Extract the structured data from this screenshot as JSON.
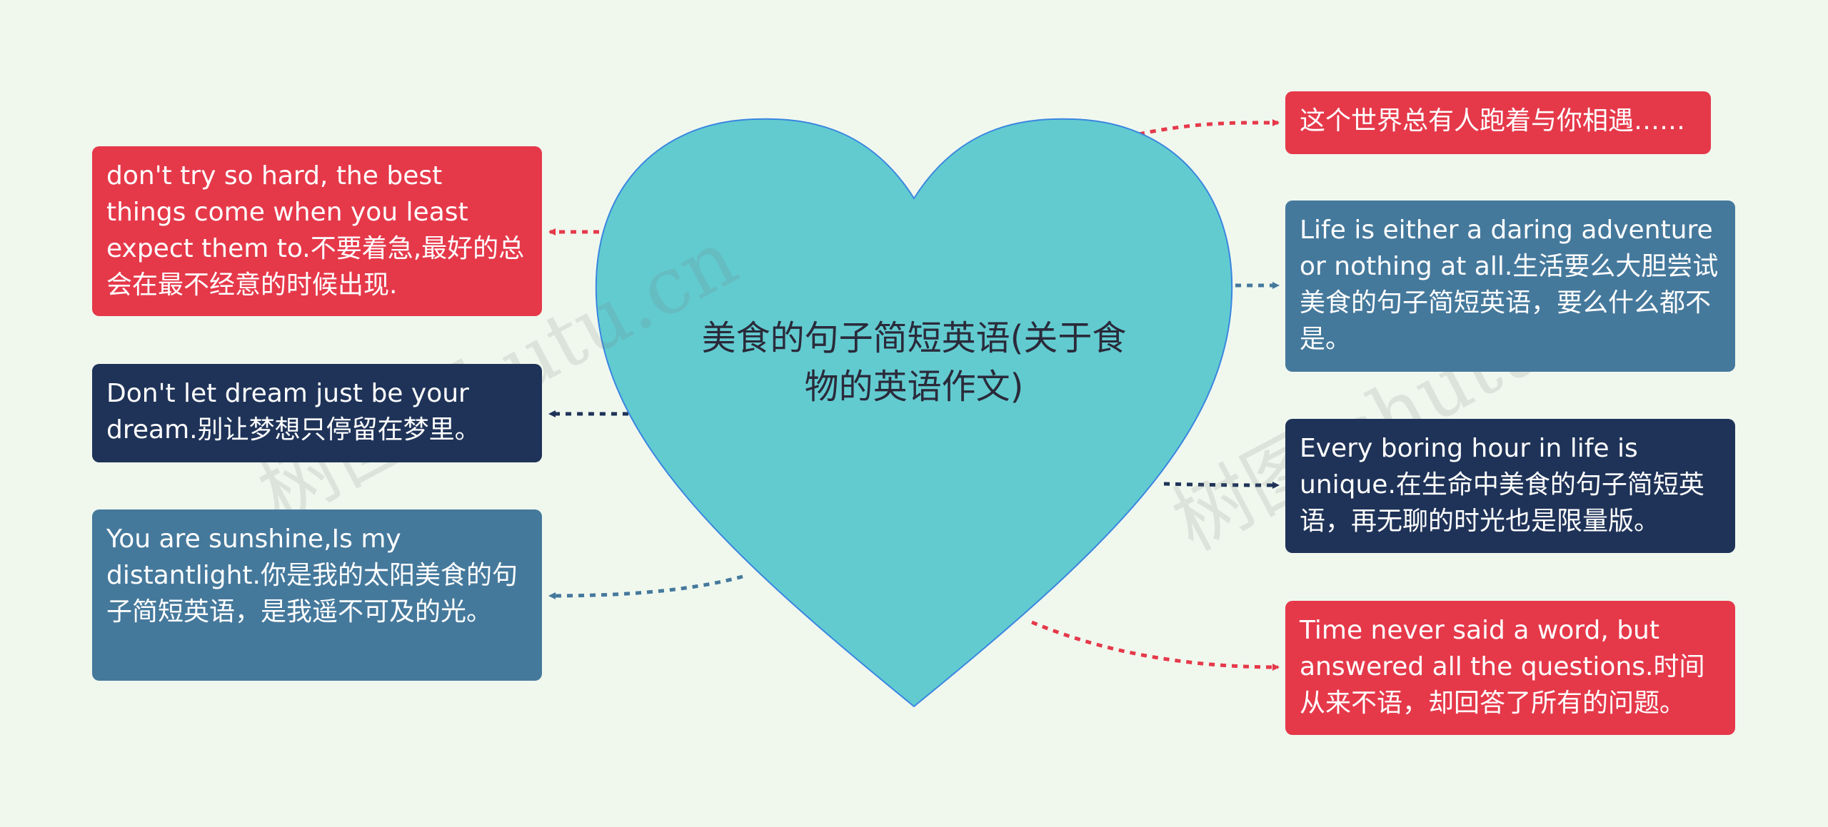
{
  "center": {
    "title": "美食的句子简短英语(关于食物的英语作文)",
    "fill": "#62cbd0",
    "stroke": "#3a86e0"
  },
  "nodes_left": [
    {
      "text": "don't try so hard, the best things come when you least expect them to.不要着急,最好的总会在最不经意的时候出现.",
      "color": "#e5394a"
    },
    {
      "text": "Don't let dream just be your dream.别让梦想只停留在梦里。",
      "color": "#1f3358"
    },
    {
      "text": "You are sunshine,Is my distantlight.你是我的太阳美食的句子简短英语，是我遥不可及的光。",
      "color": "#45799c"
    }
  ],
  "nodes_right": [
    {
      "text": "这个世界总有人跑着与你相遇……",
      "color": "#e5394a"
    },
    {
      "text": "Life is either a daring adventure or nothing at all.生活要么大胆尝试美食的句子简短英语，要么什么都不是。",
      "color": "#45799c"
    },
    {
      "text": "Every boring hour in life is unique.在生命中美食的句子简短英语，再无聊的时光也是限量版。",
      "color": "#1f3358"
    },
    {
      "text": "Time never said a word, but answered all the questions.时间从来不语，却回答了所有的问题。",
      "color": "#e5394a"
    }
  ],
  "watermarks": [
    "树图 shutu.cn",
    "树图 shutu.cn"
  ]
}
